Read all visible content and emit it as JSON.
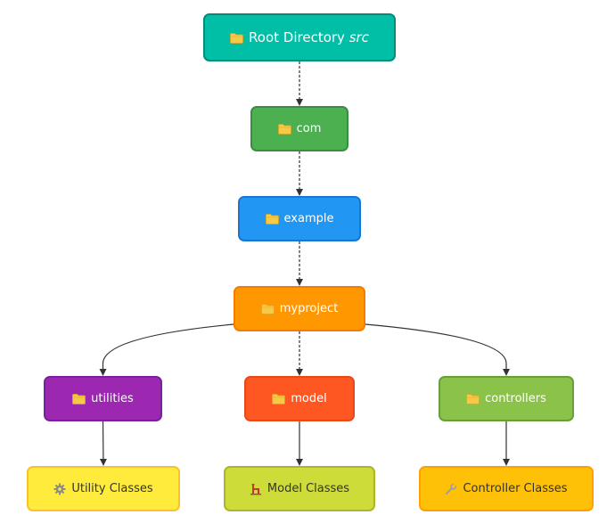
{
  "nodes": [
    {
      "id": "root",
      "label": "Root Directory ",
      "label_italic": "src",
      "icon": "folder-icon",
      "fill": "#00BFA6",
      "stroke": "#008C7A",
      "text": "#ffffff"
    },
    {
      "id": "com",
      "label": "com",
      "icon": "folder-icon",
      "fill": "#4CAF50",
      "stroke": "#388E3C",
      "text": "#ffffff"
    },
    {
      "id": "example",
      "label": "example",
      "icon": "folder-icon",
      "fill": "#2196F3",
      "stroke": "#1976D2",
      "text": "#ffffff"
    },
    {
      "id": "myproject",
      "label": "myproject",
      "icon": "folder-icon",
      "fill": "#FF9800",
      "stroke": "#F57C00",
      "text": "#ffffff"
    },
    {
      "id": "utilities",
      "label": "utilities",
      "icon": "folder-icon",
      "fill": "#9C27B0",
      "stroke": "#7B1FA2",
      "text": "#ffffff"
    },
    {
      "id": "model",
      "label": "model",
      "icon": "folder-icon",
      "fill": "#FF5722",
      "stroke": "#E64A19",
      "text": "#ffffff"
    },
    {
      "id": "controllers",
      "label": "controllers",
      "icon": "folder-icon",
      "fill": "#8BC34A",
      "stroke": "#689F38",
      "text": "#ffffff"
    },
    {
      "id": "utility_classes",
      "label": "Utility Classes",
      "icon": "gear-icon",
      "fill": "#FFEB3B",
      "stroke": "#FBC02D",
      "text": "#333333"
    },
    {
      "id": "model_classes",
      "label": "Model Classes",
      "icon": "building-icon",
      "fill": "#CDDC39",
      "stroke": "#AFB42B",
      "text": "#333333"
    },
    {
      "id": "controller_classes",
      "label": "Controller Classes",
      "icon": "wrench-icon",
      "fill": "#FFC107",
      "stroke": "#FFA000",
      "text": "#333333"
    }
  ],
  "edges": [
    {
      "from": "root",
      "to": "com",
      "style": "dashed"
    },
    {
      "from": "com",
      "to": "example",
      "style": "dashed"
    },
    {
      "from": "example",
      "to": "myproject",
      "style": "dashed"
    },
    {
      "from": "myproject",
      "to": "utilities",
      "style": "solid"
    },
    {
      "from": "myproject",
      "to": "model",
      "style": "dashed"
    },
    {
      "from": "myproject",
      "to": "controllers",
      "style": "solid"
    },
    {
      "from": "utilities",
      "to": "utility_classes",
      "style": "solid"
    },
    {
      "from": "model",
      "to": "model_classes",
      "style": "solid"
    },
    {
      "from": "controllers",
      "to": "controller_classes",
      "style": "solid"
    }
  ],
  "edge_color": "#333333"
}
